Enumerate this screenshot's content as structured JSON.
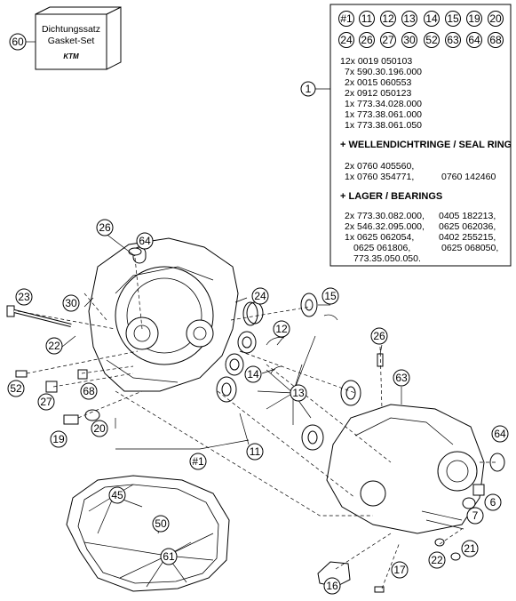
{
  "gasket_set": {
    "line1": "Dichtungssatz",
    "line2": "Gasket-Set",
    "brand": "KTM",
    "callout": "60"
  },
  "parts_box": {
    "callouts_row1": [
      "#1",
      "11",
      "12",
      "13",
      "14",
      "15",
      "19",
      "20"
    ],
    "callouts_row2": [
      "24",
      "26",
      "27",
      "30",
      "52",
      "63",
      "64",
      "68"
    ],
    "box_callout": "1",
    "list_main": [
      "12x 0019 050103",
      "7x 590.30.196.000",
      "2x 0015 060553",
      "2x 0912 050123",
      "1x 773.34.028.000",
      "1x 773.38.061.000",
      "1x 773.38.061.050"
    ],
    "seal_heading": "+ WELLENDICHTRINGE /  SEAL RING",
    "seal_lines": [
      {
        "left": "2x 0760 405560,",
        "right": ""
      },
      {
        "left": "1x 0760 354771,",
        "right": "0760 142460"
      }
    ],
    "bearing_heading": "+ LAGER / BEARINGS",
    "bearing_lines": [
      {
        "left": "2x 773.30.082.000,",
        "right": "0405 182213,"
      },
      {
        "left": "2x 546.32.095.000,",
        "right": "0625 062036,"
      },
      {
        "left": "1x 0625 062054,",
        "right": "0402 255215,"
      },
      {
        "left": "0625 061806,",
        "right": "0625 068050,"
      },
      {
        "left": "773.35.050.050.",
        "right": ""
      }
    ]
  },
  "callouts": [
    "26",
    "64",
    "24",
    "15",
    "12",
    "30",
    "23",
    "22",
    "14",
    "13",
    "52",
    "27",
    "68",
    "20",
    "19",
    "11",
    "#1",
    "26",
    "63",
    "64",
    "6",
    "7",
    "21",
    "22",
    "17",
    "16",
    "45",
    "50",
    "61"
  ]
}
